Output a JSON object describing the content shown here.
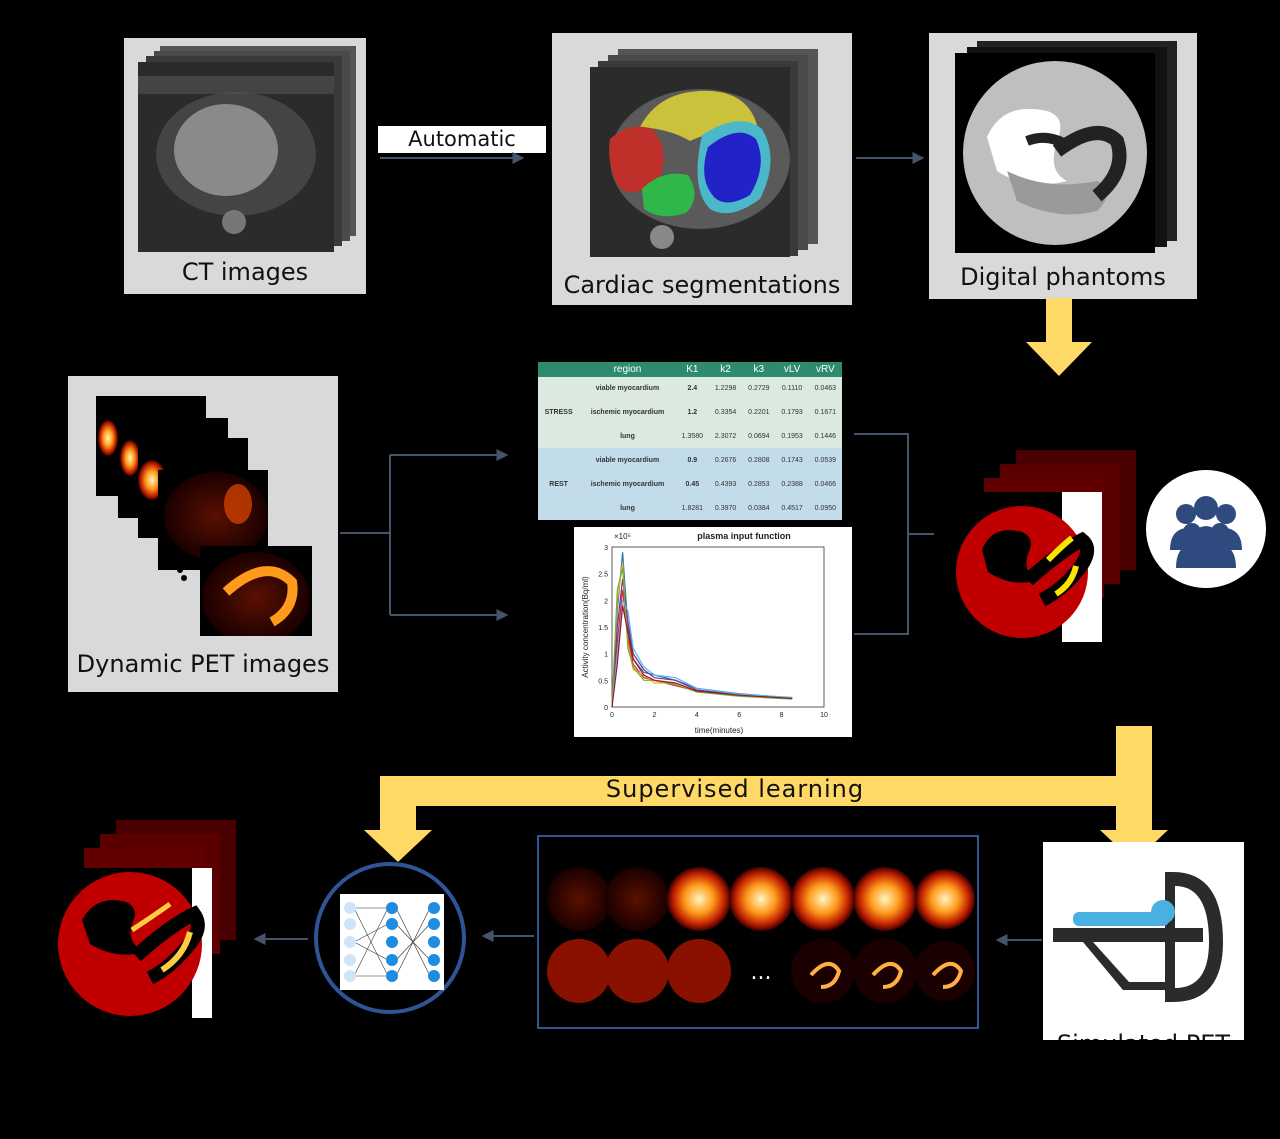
{
  "labels": {
    "ct": "CT images",
    "automatic": "Automatic",
    "segmentations": "Cardiac segmentations",
    "phantoms": "Digital phantoms",
    "dynamic_pet": "Dynamic PET images",
    "supervised": "Supervised learning",
    "simulated_pet": "Simulated PET"
  },
  "table": {
    "headers": [
      "region",
      "K1",
      "k2",
      "k3",
      "vLV",
      "vRV"
    ],
    "groups": [
      {
        "name": "STRESS",
        "rows": [
          [
            "viable myocardium",
            "2.4",
            "1.2298",
            "0.2729",
            "0.1110",
            "0.0463"
          ],
          [
            "ischemic myocardium",
            "1.2",
            "0.3354",
            "0.2201",
            "0.1793",
            "0.1671"
          ],
          [
            "lung",
            "1.3580",
            "2.3072",
            "0.0694",
            "0.1953",
            "0.1446"
          ]
        ]
      },
      {
        "name": "REST",
        "rows": [
          [
            "viable myocardium",
            "0.9",
            "0.2676",
            "0.2808",
            "0.1743",
            "0.0539"
          ],
          [
            "ischemic myocardium",
            "0.45",
            "0.4393",
            "0.2853",
            "0.2388",
            "0.0466"
          ],
          [
            "lung",
            "1.8281",
            "0.3970",
            "0.0384",
            "0.4517",
            "0.0950"
          ]
        ]
      }
    ]
  },
  "chart_data": {
    "type": "line",
    "title": "plasma input function",
    "xlabel": "time(minutes)",
    "ylabel": "Activity concentration(Bq/ml)",
    "y_multiplier": "×10⁵",
    "xlim": [
      0,
      10
    ],
    "ylim": [
      0,
      3
    ],
    "xticks": [
      0,
      2,
      4,
      6,
      8,
      10
    ],
    "yticks": [
      0,
      0.5,
      1,
      1.5,
      2,
      2.5,
      3
    ],
    "series": [
      {
        "color": "#1f77b4",
        "x": [
          0,
          0.25,
          0.5,
          0.75,
          1,
          1.5,
          2,
          3,
          4,
          6,
          8.5
        ],
        "y": [
          0,
          1.8,
          2.9,
          1.5,
          0.9,
          0.65,
          0.6,
          0.5,
          0.35,
          0.25,
          0.17
        ]
      },
      {
        "color": "#d62728",
        "x": [
          0,
          0.25,
          0.5,
          0.75,
          1,
          1.5,
          2,
          3,
          4,
          6,
          8.5
        ],
        "y": [
          0,
          1.2,
          2.2,
          1.3,
          0.8,
          0.55,
          0.5,
          0.4,
          0.3,
          0.22,
          0.16
        ]
      },
      {
        "color": "#edb120",
        "x": [
          0,
          0.25,
          0.5,
          0.75,
          1,
          1.5,
          2,
          3,
          4,
          6,
          8.5
        ],
        "y": [
          0,
          2.0,
          2.7,
          1.2,
          0.7,
          0.6,
          0.45,
          0.45,
          0.3,
          0.21,
          0.16
        ]
      },
      {
        "color": "#7e2f8e",
        "x": [
          0,
          0.25,
          0.5,
          0.75,
          1,
          1.5,
          2,
          3,
          4,
          6,
          8.5
        ],
        "y": [
          0,
          1.5,
          2.4,
          1.6,
          1.0,
          0.7,
          0.55,
          0.5,
          0.32,
          0.23,
          0.17
        ]
      },
      {
        "color": "#77ac30",
        "x": [
          0,
          0.25,
          0.5,
          0.75,
          1,
          1.5,
          2,
          3,
          4,
          6,
          8.5
        ],
        "y": [
          0,
          2.2,
          2.6,
          1.1,
          0.75,
          0.5,
          0.5,
          0.42,
          0.28,
          0.2,
          0.15
        ]
      },
      {
        "color": "#4dbeee",
        "x": [
          0,
          0.25,
          0.5,
          0.75,
          1,
          1.5,
          2,
          3,
          4,
          6,
          8.5
        ],
        "y": [
          0,
          1.0,
          2.0,
          1.8,
          1.1,
          0.75,
          0.6,
          0.55,
          0.35,
          0.24,
          0.18
        ]
      },
      {
        "color": "#a2142f",
        "x": [
          0,
          0.25,
          0.5,
          0.75,
          1,
          1.5,
          2,
          3,
          4,
          6,
          8.5
        ],
        "y": [
          0,
          0.8,
          1.9,
          1.4,
          0.9,
          0.6,
          0.5,
          0.45,
          0.3,
          0.22,
          0.16
        ]
      }
    ]
  },
  "colors": {
    "accent_yellow": "#ffd966",
    "arrow_gray": "#44546a",
    "panel_gray": "#d9d9d9",
    "frame_blue": "#2f5597",
    "pet_red": "#c00000"
  }
}
